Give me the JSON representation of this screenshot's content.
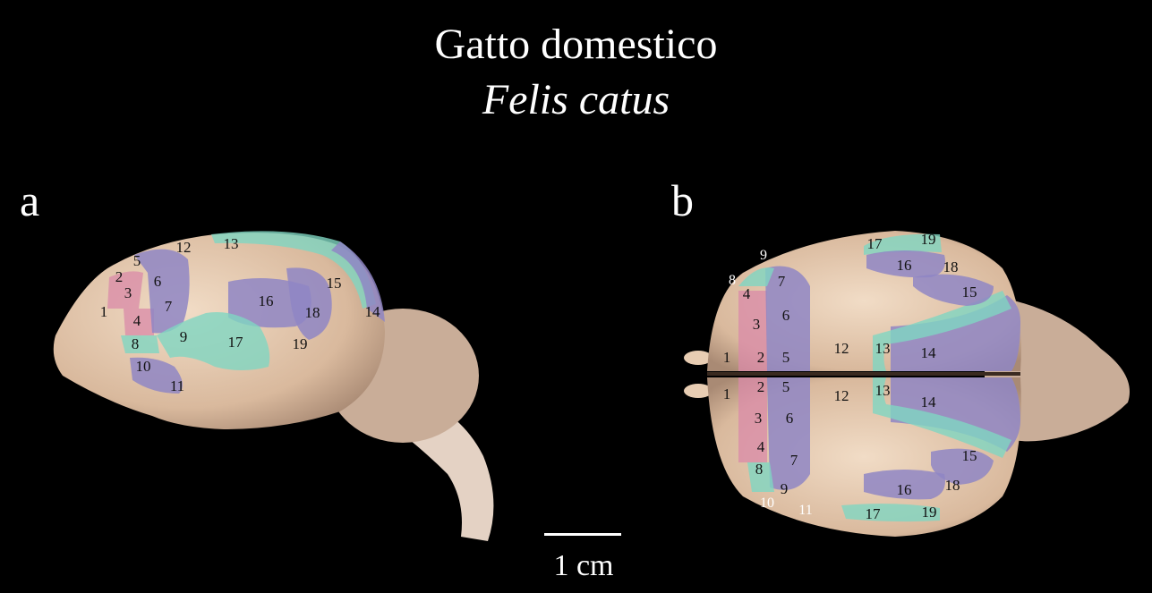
{
  "title": "Gatto domestico",
  "subtitle": "Felis catus",
  "panels": [
    {
      "letter": "a"
    },
    {
      "letter": "b"
    }
  ],
  "scale_bar": {
    "label": "1 cm"
  },
  "colors": {
    "background": "#000000",
    "brain_tissue": "#e8cdb3",
    "purple_region": "#8f86c4",
    "teal_region": "#7fd6c2",
    "pink_region": "#d98aa8"
  },
  "labels_a": [
    "1",
    "2",
    "3",
    "4",
    "5",
    "6",
    "7",
    "8",
    "9",
    "10",
    "11",
    "12",
    "13",
    "14",
    "15",
    "16",
    "17",
    "18",
    "19"
  ],
  "labels_b_upper": [
    "1",
    "2",
    "3",
    "4",
    "5",
    "6",
    "7",
    "8",
    "9",
    "12",
    "13",
    "14",
    "15",
    "16",
    "17",
    "18",
    "19"
  ],
  "labels_b_lower": [
    "1",
    "2",
    "3",
    "4",
    "5",
    "6",
    "7",
    "8",
    "9",
    "10",
    "11",
    "12",
    "13",
    "14",
    "15",
    "16",
    "17",
    "18",
    "19"
  ]
}
